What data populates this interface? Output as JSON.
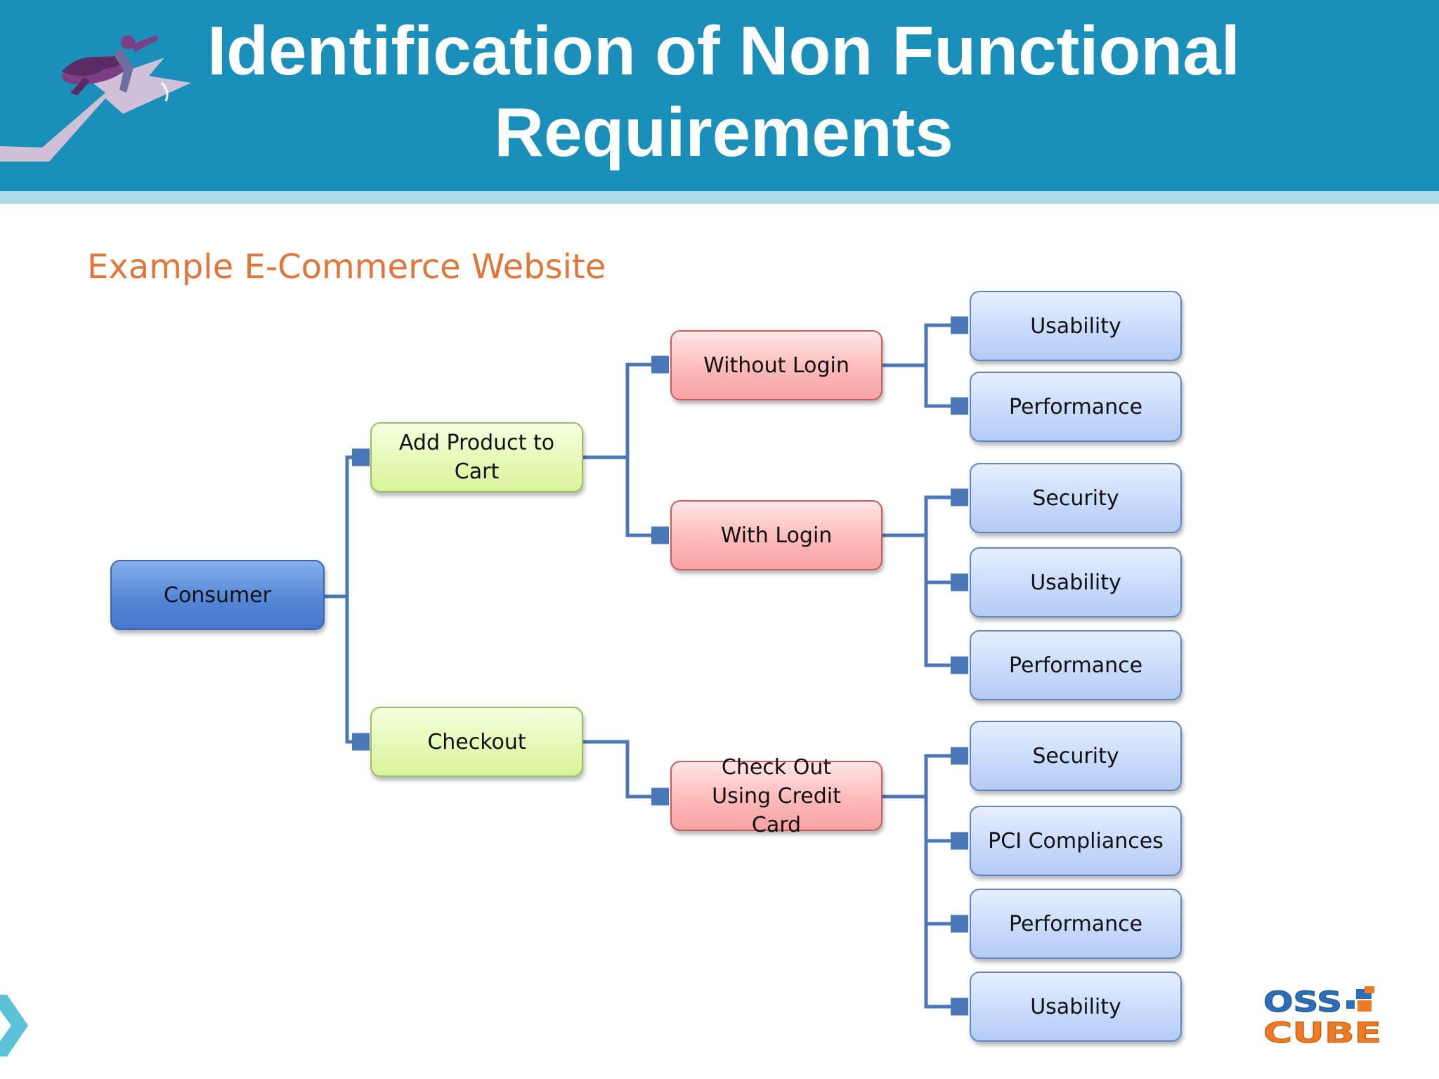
{
  "slide": {
    "title": "Identification of Non Functional Requirements",
    "subtitle": "Example E-Commerce Website"
  },
  "diagram": {
    "root": {
      "label": "Consumer"
    },
    "actions": [
      {
        "label": "Add Product to Cart"
      },
      {
        "label": "Checkout"
      }
    ],
    "scenarios": [
      {
        "label": "Without Login"
      },
      {
        "label": "With Login"
      },
      {
        "label": "Check Out Using Credit Card"
      }
    ],
    "requirements": [
      {
        "label": "Usability"
      },
      {
        "label": "Performance"
      },
      {
        "label": "Security"
      },
      {
        "label": "Usability"
      },
      {
        "label": "Performance"
      },
      {
        "label": "Security"
      },
      {
        "label": "PCI Compliances"
      },
      {
        "label": "Performance"
      },
      {
        "label": "Usability"
      }
    ]
  },
  "logo": {
    "line1": "OSS",
    "line2": "CUBE",
    "colors": {
      "top": "#2b6fb6",
      "bottom": "#ef7a24"
    }
  },
  "colors": {
    "header": "#1a8fba",
    "subtitle": "#e0763a",
    "connector": "#4a77b8"
  }
}
